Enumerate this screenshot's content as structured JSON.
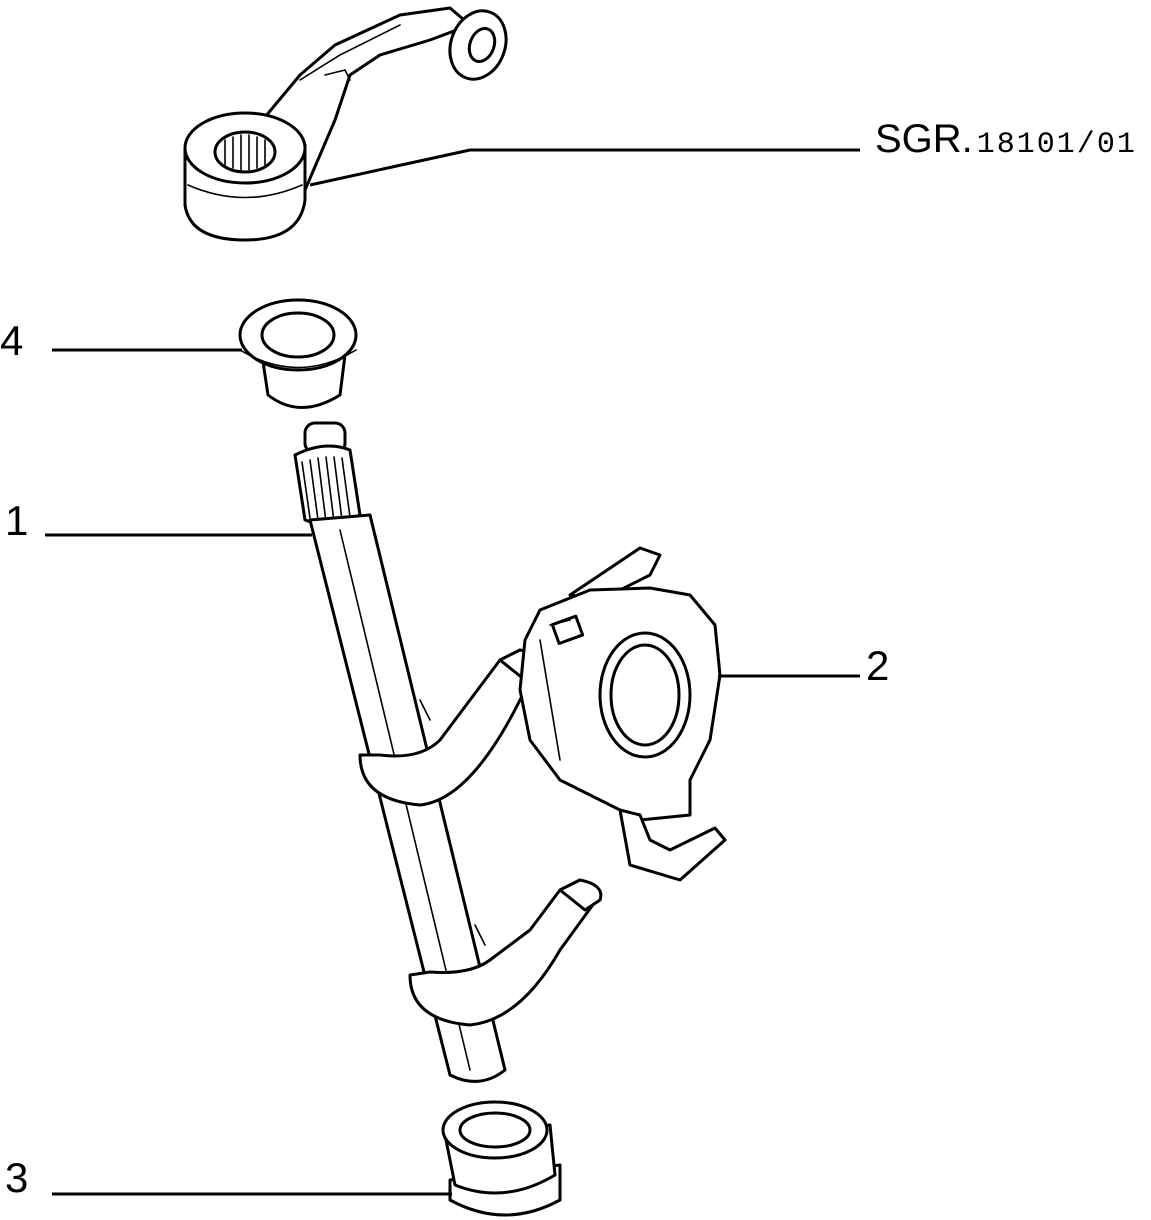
{
  "reference": {
    "prefix": "SGR.",
    "number": "18101/01"
  },
  "callouts": [
    {
      "id": "shaft",
      "label": "1"
    },
    {
      "id": "bearing",
      "label": "2"
    },
    {
      "id": "lower-bush",
      "label": "3"
    },
    {
      "id": "upper-bush",
      "label": "4"
    }
  ],
  "colors": {
    "line": "#000000",
    "background": "#ffffff"
  }
}
